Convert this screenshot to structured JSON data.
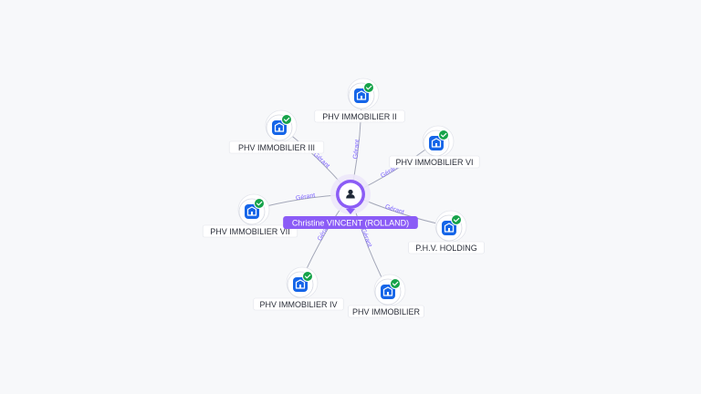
{
  "colors": {
    "background": "#f7f8fa",
    "person_accent": "#8b5cf6",
    "company_icon": "#1565e8",
    "check_badge": "#16a34a",
    "edge": "#a3a7b8",
    "edge_label": "#7b61ff"
  },
  "center": {
    "label": "Christine VINCENT (ROLLAND)",
    "icon": "person-icon"
  },
  "companies": [
    {
      "id": "phv2",
      "label": "PHV IMMOBILIER II",
      "edge_label": "Gérant",
      "icon": "building-icon",
      "status_icon": "check-icon"
    },
    {
      "id": "phv3",
      "label": "PHV IMMOBILIER III",
      "edge_label": "Gérant",
      "icon": "building-icon",
      "status_icon": "check-icon"
    },
    {
      "id": "phv6",
      "label": "PHV IMMOBILIER VI",
      "edge_label": "Gérant",
      "icon": "building-icon",
      "status_icon": "check-icon"
    },
    {
      "id": "phv7",
      "label": "PHV IMMOBILIER VII",
      "edge_label": "Gérant",
      "icon": "building-icon",
      "status_icon": "check-icon"
    },
    {
      "id": "phvh",
      "label": "P.H.V. HOLDING",
      "edge_label": "Gérant",
      "icon": "building-icon",
      "status_icon": "check-icon"
    },
    {
      "id": "phv4",
      "label": "PHV IMMOBILIER IV",
      "edge_label": "Gérant",
      "icon": "building-icon",
      "status_icon": "check-icon"
    },
    {
      "id": "phv1",
      "label": "PHV IMMOBILIER",
      "edge_label": "Gérant",
      "icon": "building-icon",
      "status_icon": "check-icon"
    }
  ]
}
